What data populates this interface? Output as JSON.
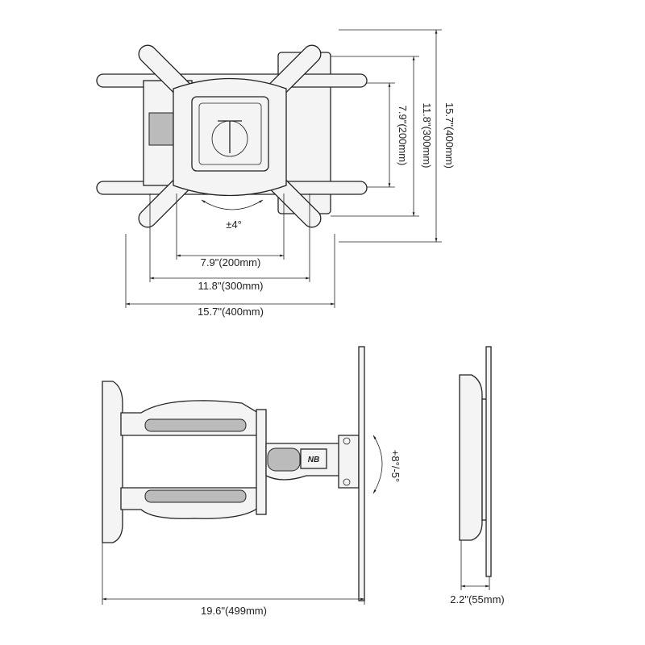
{
  "top_view": {
    "rotation_label": "±4°",
    "horizontal_dims": [
      "7.9\"(200mm)",
      "11.8\"(300mm)",
      "15.7\"(400mm)"
    ],
    "vertical_dims": [
      "7.9\"(200mm)",
      "11.8\"(300mm)",
      "15.7\"(400mm)"
    ]
  },
  "side_view": {
    "tilt_label": "+8°/-5°",
    "depth_label": "19.6\"(499mm)",
    "logo_text": "NB"
  },
  "profile_view": {
    "depth_label": "2.2\"(55mm)"
  }
}
